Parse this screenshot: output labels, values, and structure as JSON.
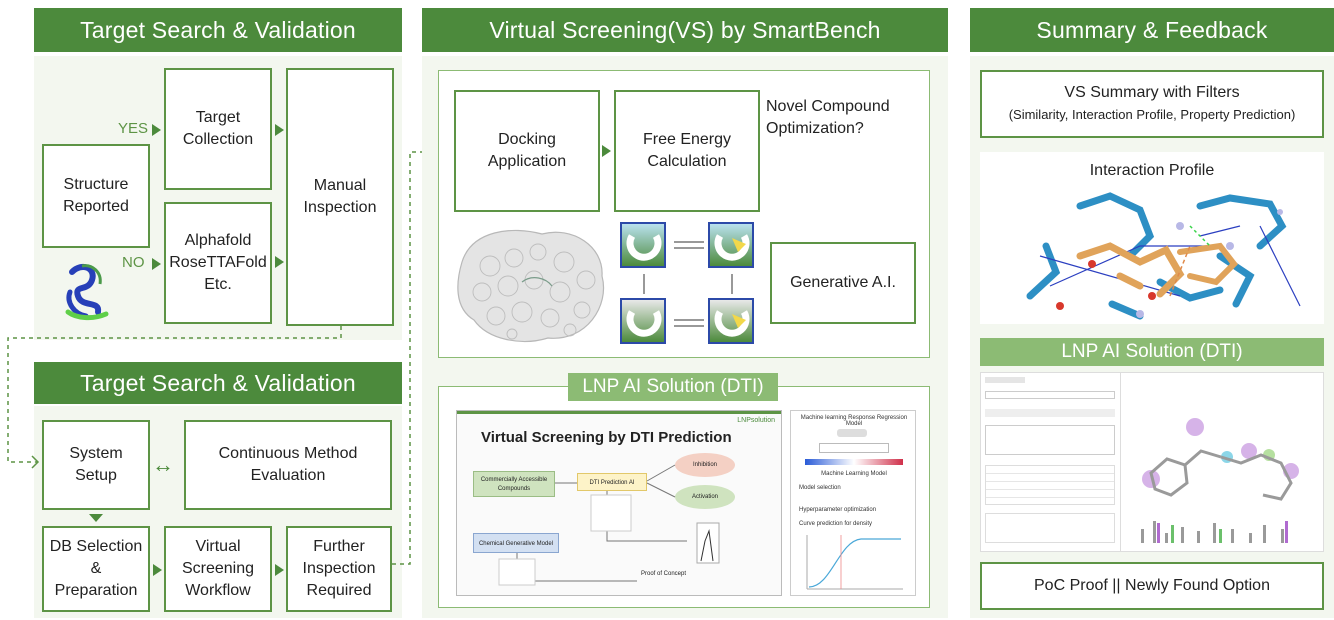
{
  "col1": {
    "header1": "Target Search & Validation",
    "structure_reported": "Structure\nReported",
    "yes": "YES",
    "no": "NO",
    "target_collection": "Target\nCollection",
    "alphafold": "Alphafold\nRoseTTAFold\nEtc.",
    "manual_inspection": "Manual\nInspection",
    "header2": "Target Search & Validation",
    "system_setup": "System\nSetup",
    "continuous_eval": "Continuous Method\nEvaluation",
    "db_selection": "DB Selection\n&\nPreparation",
    "vs_workflow": "Virtual\nScreening\nWorkflow",
    "further_inspection": "Further\nInspection\nRequired"
  },
  "col2": {
    "header": "Virtual Screening(VS) by SmartBench",
    "docking": "Docking\nApplication",
    "free_energy": "Free Energy\nCalculation",
    "novel_q": "Novel Compound\nOptimization?",
    "generative_ai": "Generative A.I.",
    "lnp_label": "LNP AI Solution (DTI)",
    "slide_title": "Virtual Screening by DTI Prediction",
    "slide_brand": "LNPsolution",
    "slide_commercial": "Commercially Accessible\nCompounds",
    "slide_dti": "DTI Prediction AI",
    "slide_inhibition": "Inhibition",
    "slide_activation": "Activation",
    "slide_chemgen": "Chemical Generative Model",
    "slide_poc": "Proof of Concept",
    "side_title": "Machine learning Response Regression Model",
    "side_ml": "Machine Learning Model",
    "side_b1": "Model selection",
    "side_b2": "Hyperparameter optimization",
    "side_b3": "Curve prediction for density"
  },
  "col3": {
    "header": "Summary & Feedback",
    "vs_summary_1": "VS Summary with Filters",
    "vs_summary_2": "(Similarity, Interaction Profile, Property Prediction)",
    "interaction_profile": "Interaction Profile",
    "lnp_label": "LNP AI Solution (DTI)",
    "poc": "PoC Proof || Newly Found Option"
  },
  "colors": {
    "header_green": "#4c8a3c",
    "border_green": "#5d9445",
    "light_green": "#8cbb74",
    "panel_bg": "#f3f7ef"
  }
}
